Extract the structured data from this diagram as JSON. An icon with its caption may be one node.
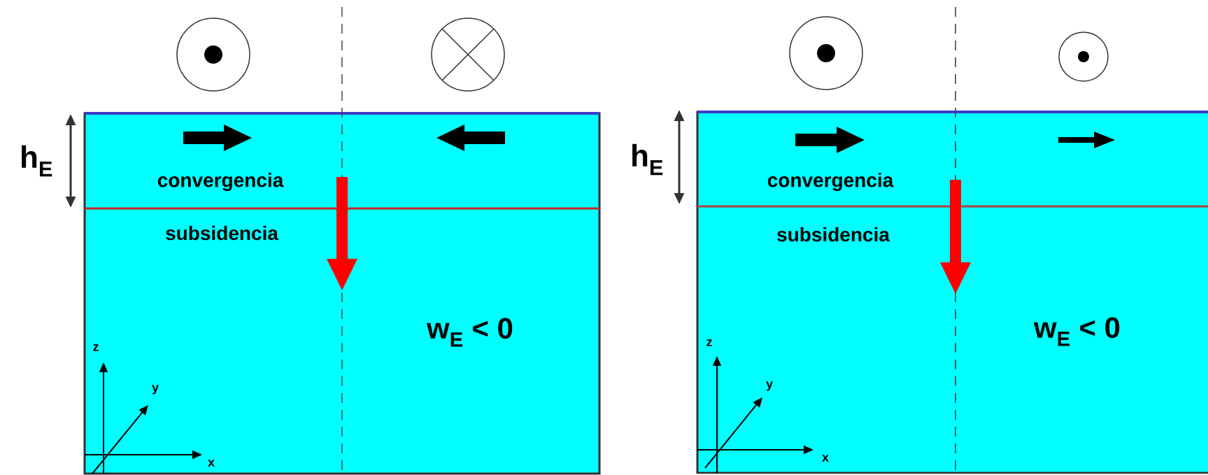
{
  "diagram": {
    "labels": [
      "h$_{E}$",
      "convergencia",
      "subsidencia",
      "w$_{E}$ < 0",
      "z",
      "y",
      "x",
      "h$_{E}$",
      "convergencia",
      "subsidencia",
      "w$_{E}$ < 0",
      "z",
      "y",
      "x"
    ]
  }
}
